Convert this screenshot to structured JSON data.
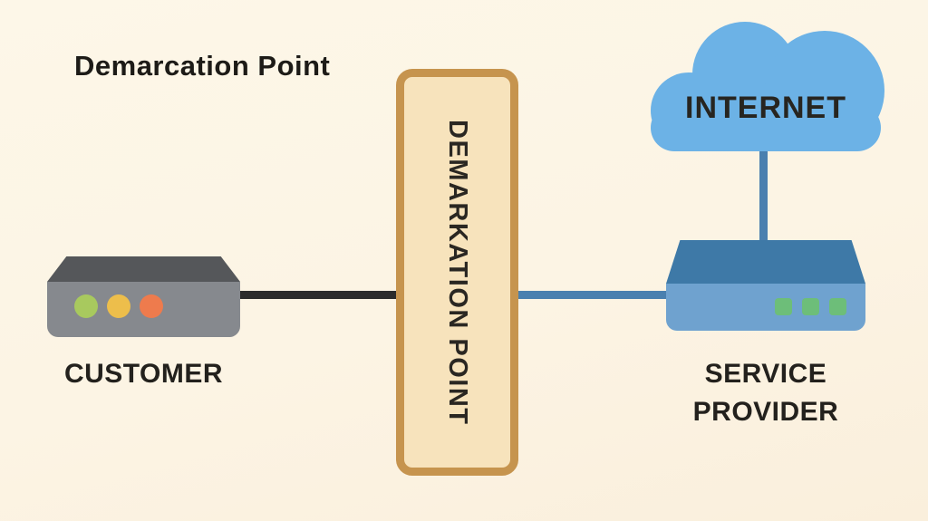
{
  "title": "Demarcation Point",
  "demarcation_box": {
    "label": "DEMARKATION POINT"
  },
  "customer": {
    "label": "CUSTOMER",
    "led_colors": [
      "#a8c95e",
      "#edbe4b",
      "#ee7b4d"
    ]
  },
  "service_provider": {
    "label_line1": "SERVICE",
    "label_line2": "PROVIDER",
    "port_color": "#6dbe79"
  },
  "internet": {
    "label": "INTERNET"
  },
  "colors": {
    "background": "#fdf6e6",
    "demarc_fill": "#f7e3bc",
    "demarc_border": "#c6944e",
    "cloud": "#6cb2e6",
    "blue_line": "#4a80af",
    "black_line": "#2c2c2c",
    "customer_device_top": "#55575a",
    "customer_device_body": "#86898e",
    "provider_device_top": "#3e79a7",
    "provider_device_body": "#6fa2cf",
    "text": "#23211d"
  }
}
